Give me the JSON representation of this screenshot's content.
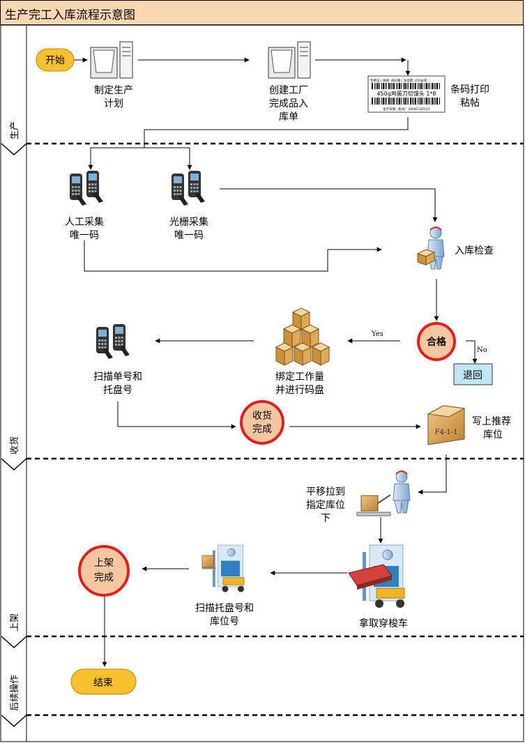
{
  "title": "生产完工入库流程示意图",
  "lanes": [
    "生产",
    "收货",
    "上架",
    "后续操作"
  ],
  "nodes": {
    "start": "开始",
    "plan": [
      "制定生产",
      "计划"
    ],
    "create_order": [
      "创建工厂",
      "完成品入",
      "库单"
    ],
    "barcode_print": [
      "条码打印",
      "粘帖"
    ],
    "manual_collect": [
      "人工采集",
      "唯一码"
    ],
    "grating_collect": [
      "光栅采集",
      "唯一码"
    ],
    "inbound_check": "入库检查",
    "qualified": "合格",
    "return": "退回",
    "bind": [
      "绑定工作量",
      "并进行码盘"
    ],
    "scan_order": [
      "扫描单号和",
      "托盘号"
    ],
    "received": [
      "收货",
      "完成"
    ],
    "recommend_loc": [
      "写上推荐",
      "库位"
    ],
    "move": [
      "平移拉到",
      "指定库位",
      "下"
    ],
    "take_shuttle": "拿取穿梭车",
    "scan_pallet": [
      "扫描托盘号和",
      "库位号"
    ],
    "shelved": [
      "上架",
      "完成"
    ],
    "end": "结束"
  },
  "edge_labels": {
    "yes": "Yes",
    "no": "No"
  },
  "box_label": "F4-1-1",
  "barcode_label": {
    "line1": "合格证 | 规格: 4码/箱 | 净含量: 450g/袋",
    "line2": "450g鸡蛋刀切馒头 1*8",
    "line3": "生产日期（批号）20081120101"
  },
  "colors": {
    "title_bg": "#f9d7b0",
    "terminal_fill": "#fbc02d",
    "circle_fill": "#f4c7a1",
    "circle_border": "#e02020",
    "return_fill": "#bfe6f2"
  }
}
